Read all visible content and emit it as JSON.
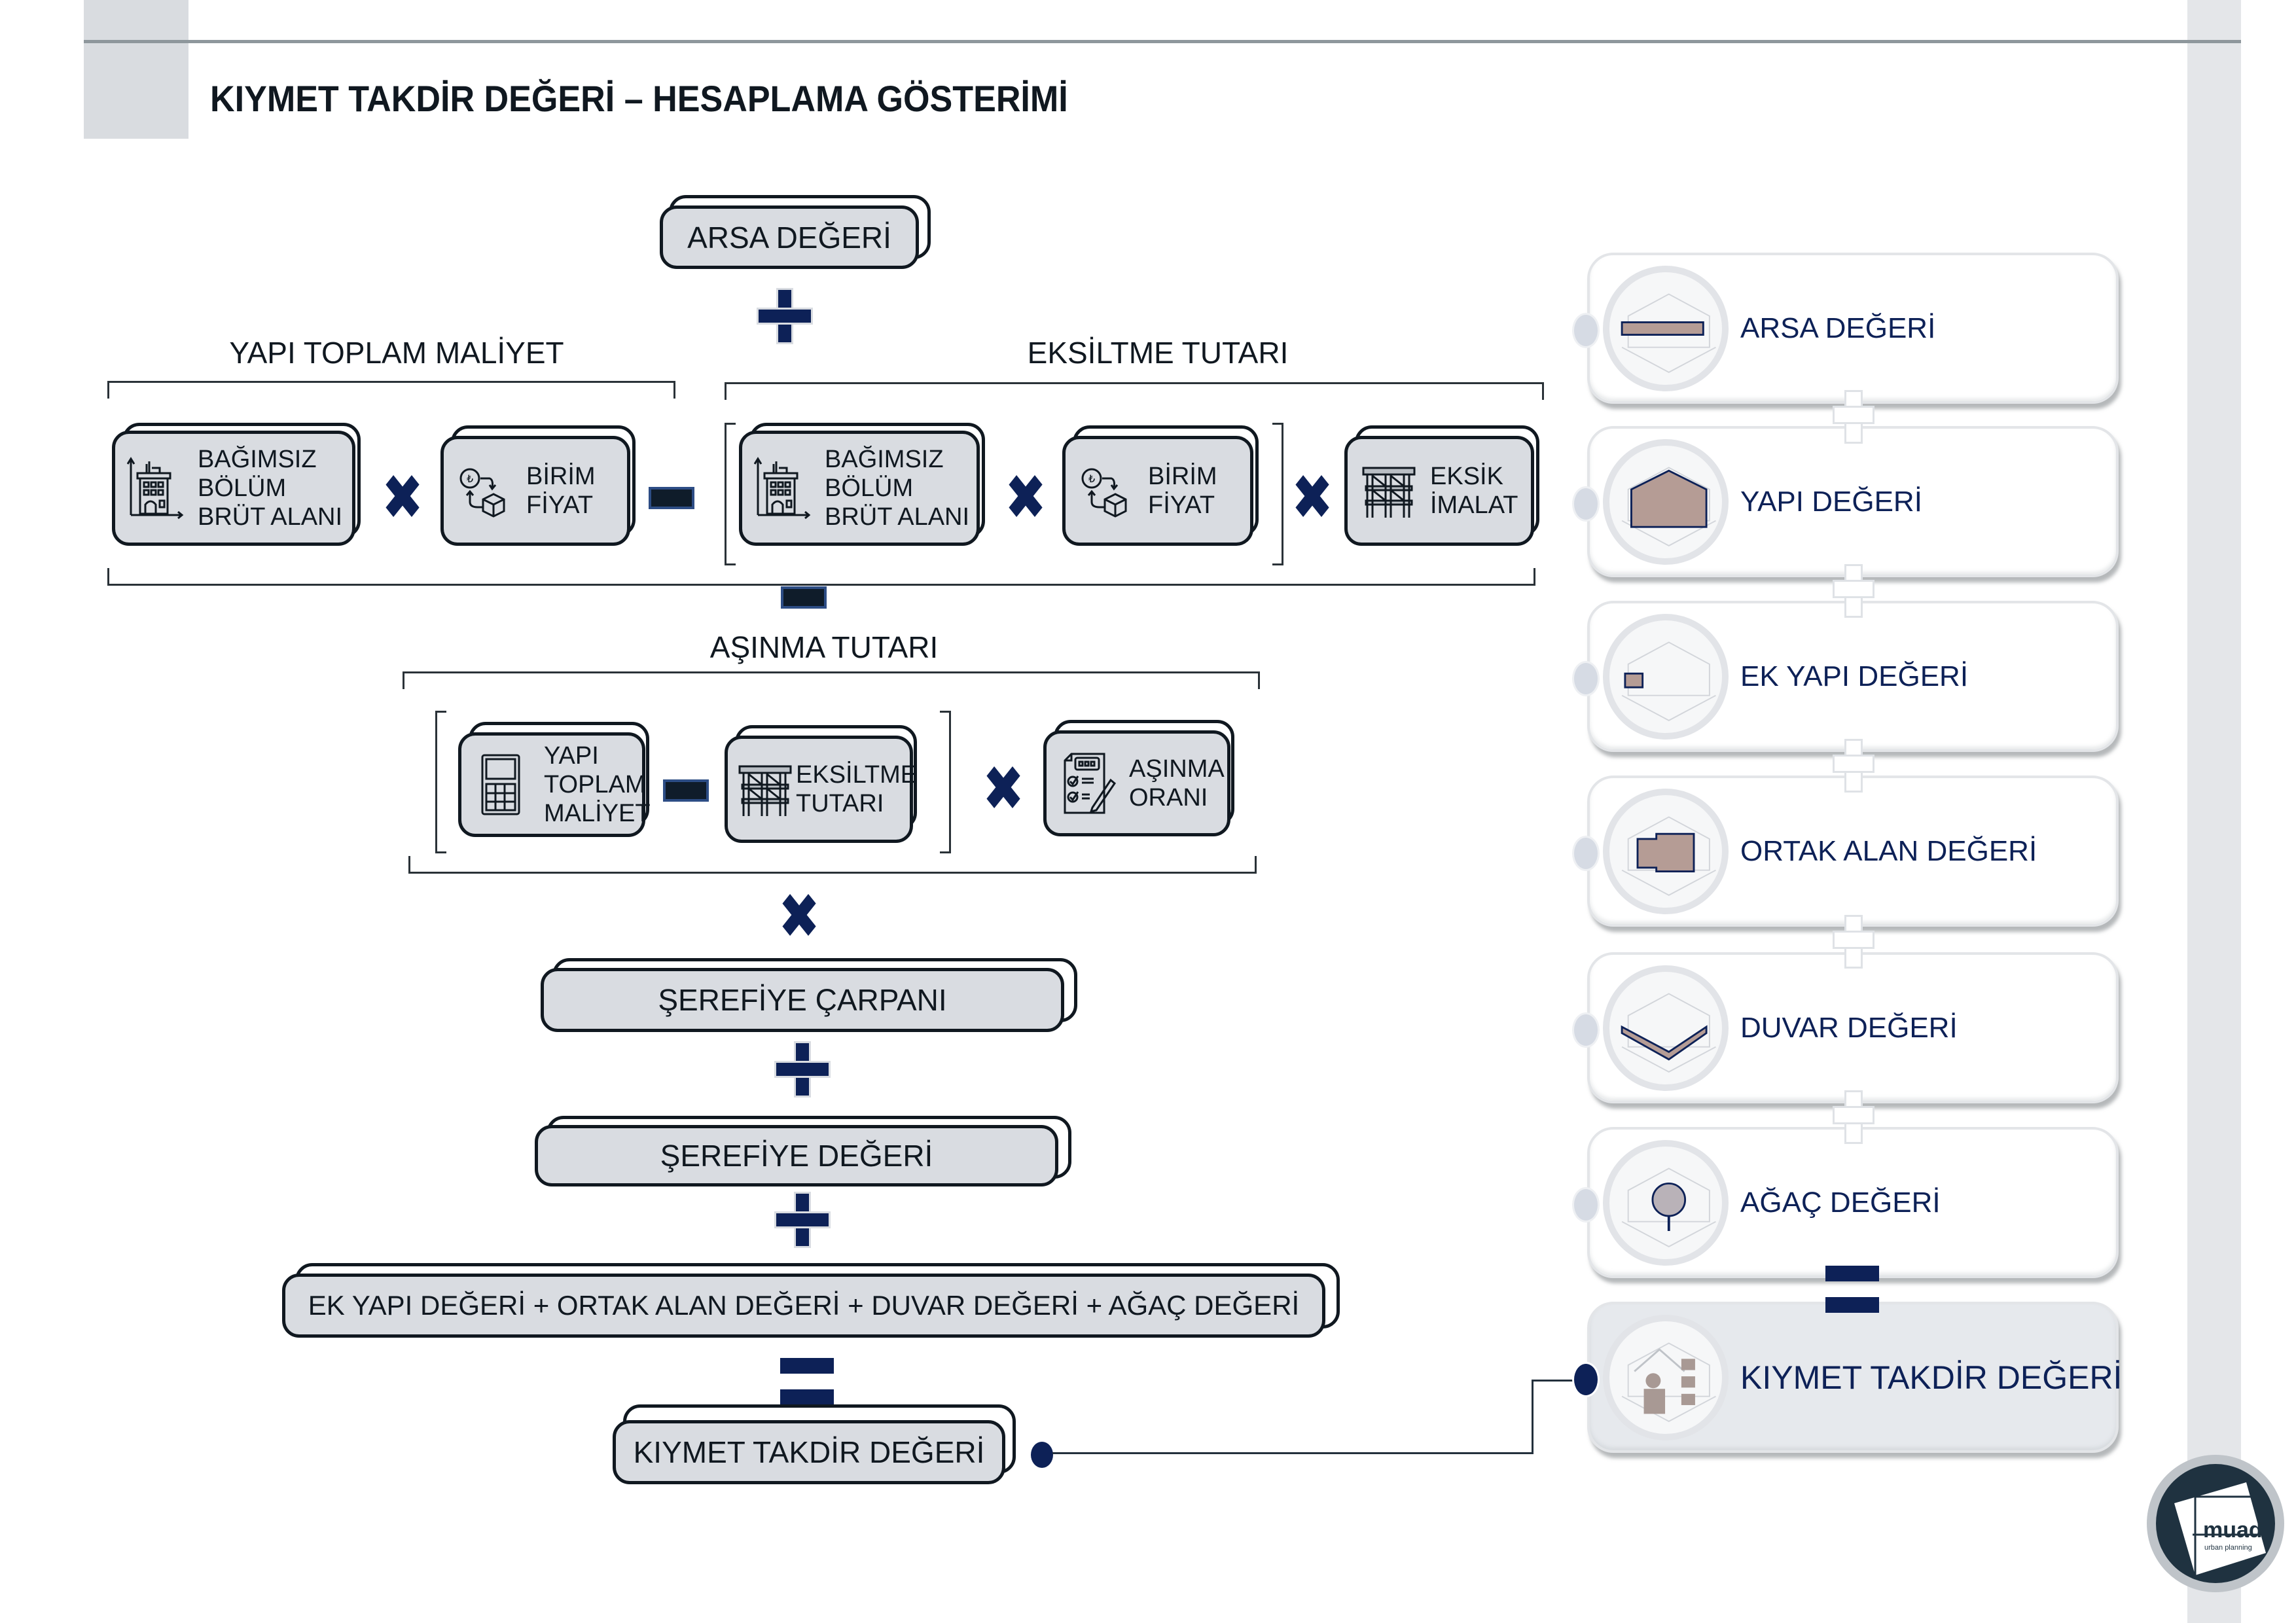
{
  "page": {
    "title": "KIYMET TAKDİR DEĞERİ – HESAPLAMA GÖSTERİMİ"
  },
  "colors": {
    "navy": "#0d2157",
    "box_fill": "#d9dce1",
    "outline": "#101820",
    "accent_brown": "#b59c95",
    "panel_gray": "#e4e6e9"
  },
  "flow": {
    "arsa": {
      "label": "ARSA DEĞERİ"
    },
    "op_after_arsa": "plus",
    "yapi_toplam_maliyet": {
      "label": "YAPI TOPLAM MALİYET",
      "items": [
        {
          "icon": "building-area-icon",
          "label": "BAĞIMSIZ\nBÖLÜM\nBRÜT ALANI"
        },
        {
          "icon": "unit-price-icon",
          "label": "BİRİM\nFİYAT"
        }
      ],
      "operators": [
        "times"
      ]
    },
    "op_between_groups": "minus",
    "eksiltme_tutari": {
      "label": "EKSİLTME TUTARI",
      "items": [
        {
          "icon": "building-area-icon",
          "label": "BAĞIMSIZ\nBÖLÜM\nBRÜT ALANI"
        },
        {
          "icon": "unit-price-icon",
          "label": "BİRİM\nFİYAT"
        },
        {
          "icon": "scaffold-icon",
          "label": "EKSİK\nİMALAT"
        }
      ],
      "operators": [
        "times",
        "times"
      ]
    },
    "op_after_group": "minus",
    "asinma_tutari": {
      "label": "AŞINMA TUTARI",
      "items": [
        {
          "icon": "calculator-icon",
          "label": "YAPI\nTOPLAM\nMALİYET"
        },
        {
          "icon": "scaffold-icon",
          "label": "EKSİLTME\nTUTARI"
        },
        {
          "icon": "checklist-icon",
          "label": "AŞINMA\nORANI"
        }
      ],
      "operators": [
        "minus",
        "times"
      ]
    },
    "op_after_asinma": "times",
    "serefiye_carpani": {
      "label": "ŞEREFİYE ÇARPANI"
    },
    "op_after_carpan": "plus",
    "serefiye_degeri": {
      "label": "ŞEREFİYE DEĞERİ"
    },
    "op_after_serefiye": "plus",
    "ek_degerler": {
      "label": "EK YAPI DEĞERİ + ORTAK ALAN DEĞERİ + DUVAR DEĞERİ + AĞAÇ DEĞERİ"
    },
    "op_equals": "equals",
    "result": {
      "label": "KIYMET TAKDİR DEĞERİ"
    }
  },
  "summary_panel": {
    "cards": [
      {
        "label": "ARSA DEĞERİ",
        "icon": "land-parcel-icon"
      },
      {
        "label": "YAPI DEĞERİ",
        "icon": "building-highlight-icon"
      },
      {
        "label": "EK YAPI DEĞERİ",
        "icon": "annex-building-icon"
      },
      {
        "label": "ORTAK ALAN DEĞERİ",
        "icon": "common-area-plan-icon"
      },
      {
        "label": "DUVAR DEĞERİ",
        "icon": "wall-highlight-icon"
      },
      {
        "label": "AĞAÇ DEĞERİ",
        "icon": "tree-highlight-icon"
      }
    ],
    "connector_operators": [
      "plus",
      "plus",
      "plus",
      "plus",
      "plus",
      "equals"
    ],
    "final_card": {
      "label": "KIYMET TAKDİR DEĞERİ",
      "icon": "appraiser-checklist-icon"
    }
  },
  "logo": {
    "name": "muad",
    "tagline": "urban planning"
  }
}
